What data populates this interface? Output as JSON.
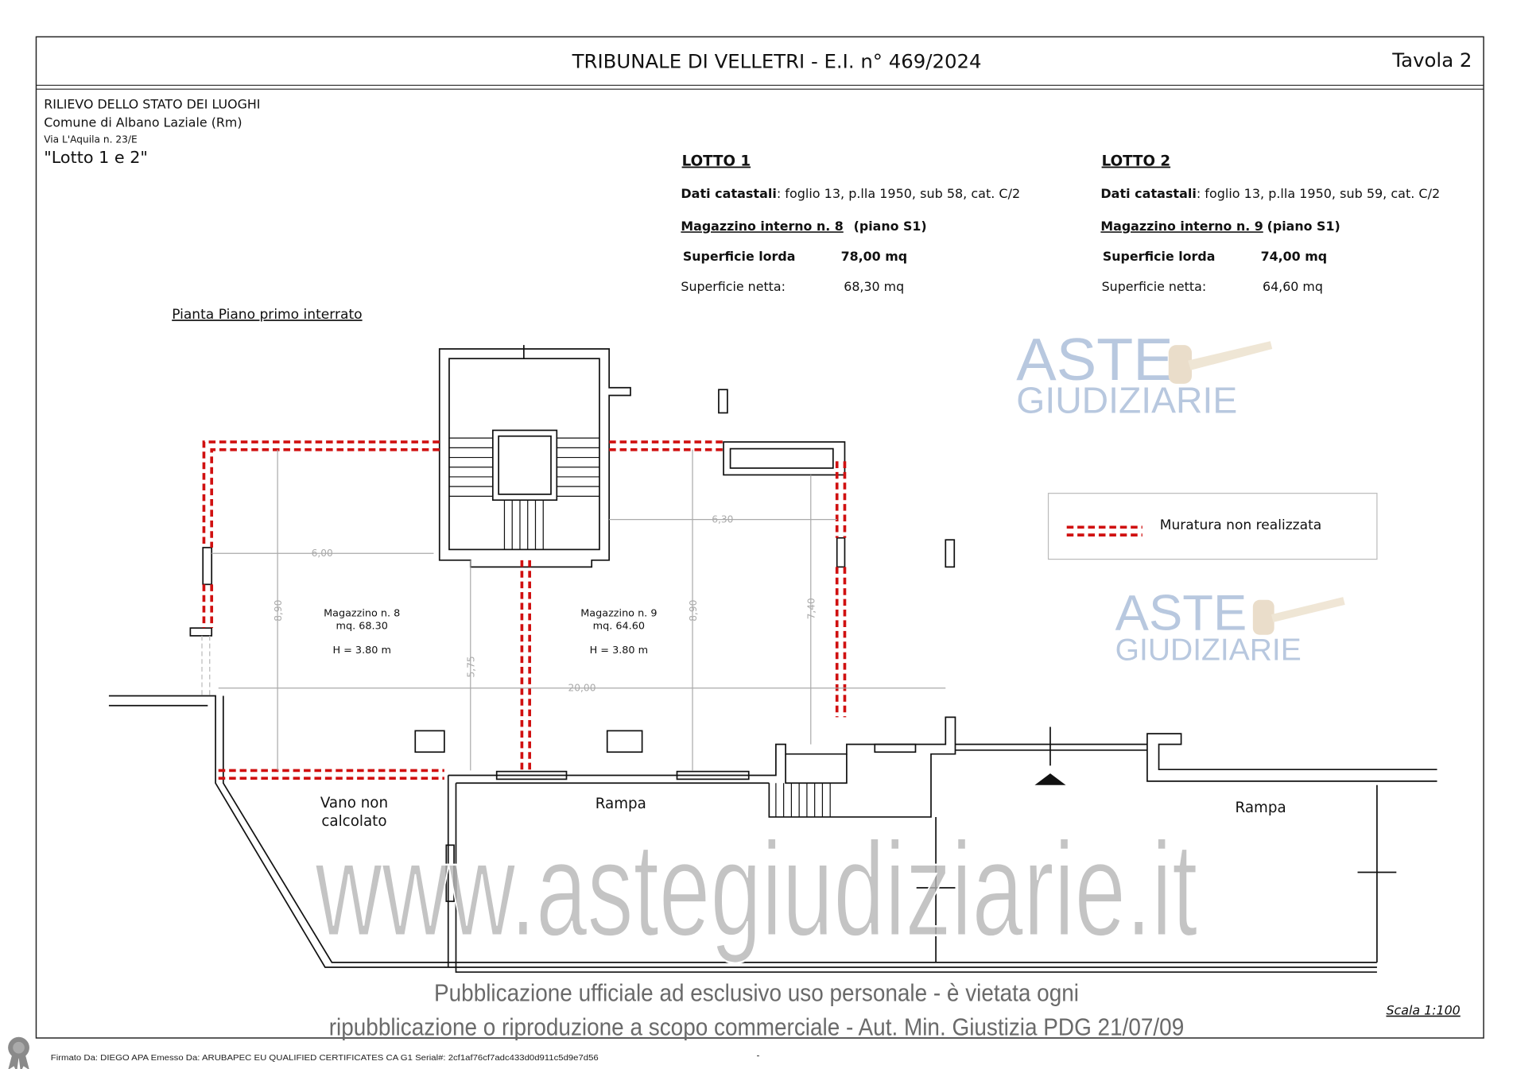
{
  "header": {
    "title": "TRIBUNALE DI VELLETRI - E.I. n° 469/2024",
    "sheet": "Tavola 2"
  },
  "info": {
    "line1": "RILIEVO DELLO STATO DEI LUOGHI",
    "line2": "Comune di Albano Laziale (Rm)",
    "line3": "Via L'Aquila n. 23/E",
    "line4": "\"Lotto 1 e 2\""
  },
  "lots": [
    {
      "title": "LOTTO 1",
      "cad_label": "Dati catastali",
      "cad_value": ": foglio 13, p.lla 1950, sub 58, cat. C/2",
      "unit": "Magazzino interno n. 8",
      "floor": " (piano S1)",
      "gross_label": "Superficie lorda",
      "gross_value": "78,00 mq",
      "net_label": "Superficie netta:",
      "net_value": "68,30 mq"
    },
    {
      "title": "LOTTO 2",
      "cad_label": "Dati catastali",
      "cad_value": ": foglio 13, p.lla 1950, sub 59, cat. C/2",
      "unit": "Magazzino interno n. 9",
      "floor": "(piano S1)",
      "gross_label": "Superficie lorda",
      "gross_value": "74,00 mq",
      "net_label": "Superficie netta:",
      "net_value": "64,60 mq"
    }
  ],
  "plan": {
    "title": "Pianta Piano primo interrato",
    "rooms": [
      {
        "name": "Magazzino n. 8",
        "area": "mq. 68.30",
        "height": "H = 3.80 m"
      },
      {
        "name": "Magazzino n. 9",
        "area": "mq. 64.60",
        "height": "H = 3.80 m"
      }
    ],
    "dimensions": {
      "d1": "6,00",
      "d2": "6,30",
      "d3": "8,90",
      "d4": "5,75",
      "d5": "8,90",
      "d6": "7,40",
      "d7": "20,00"
    },
    "vano": [
      "Vano non",
      "calcolato"
    ],
    "rampa1": "Rampa",
    "rampa2": "Rampa"
  },
  "legend": {
    "label": "Muratura non realizzata",
    "color": "#d01010"
  },
  "watermarks": {
    "logo_line1": "ASTE",
    "logo_line2": "GIUDIZIARIE",
    "site": "www.astegiudiziarie.it"
  },
  "notice": {
    "line1": "Pubblicazione ufficiale ad esclusivo uso personale - è vietata ogni",
    "line2": "ripubblicazione o riproduzione a scopo commerciale - Aut. Min. Giustizia PDG 21/07/09"
  },
  "scale": "Scala 1:100",
  "signature": "Firmato Da: DIEGO APA Emesso Da: ARUBAPEC EU QUALIFIED CERTIFICATES CA G1 Serial#: 2cf1af76cf7adc433d0d911c5d9e7d56",
  "footer_mark": "-"
}
